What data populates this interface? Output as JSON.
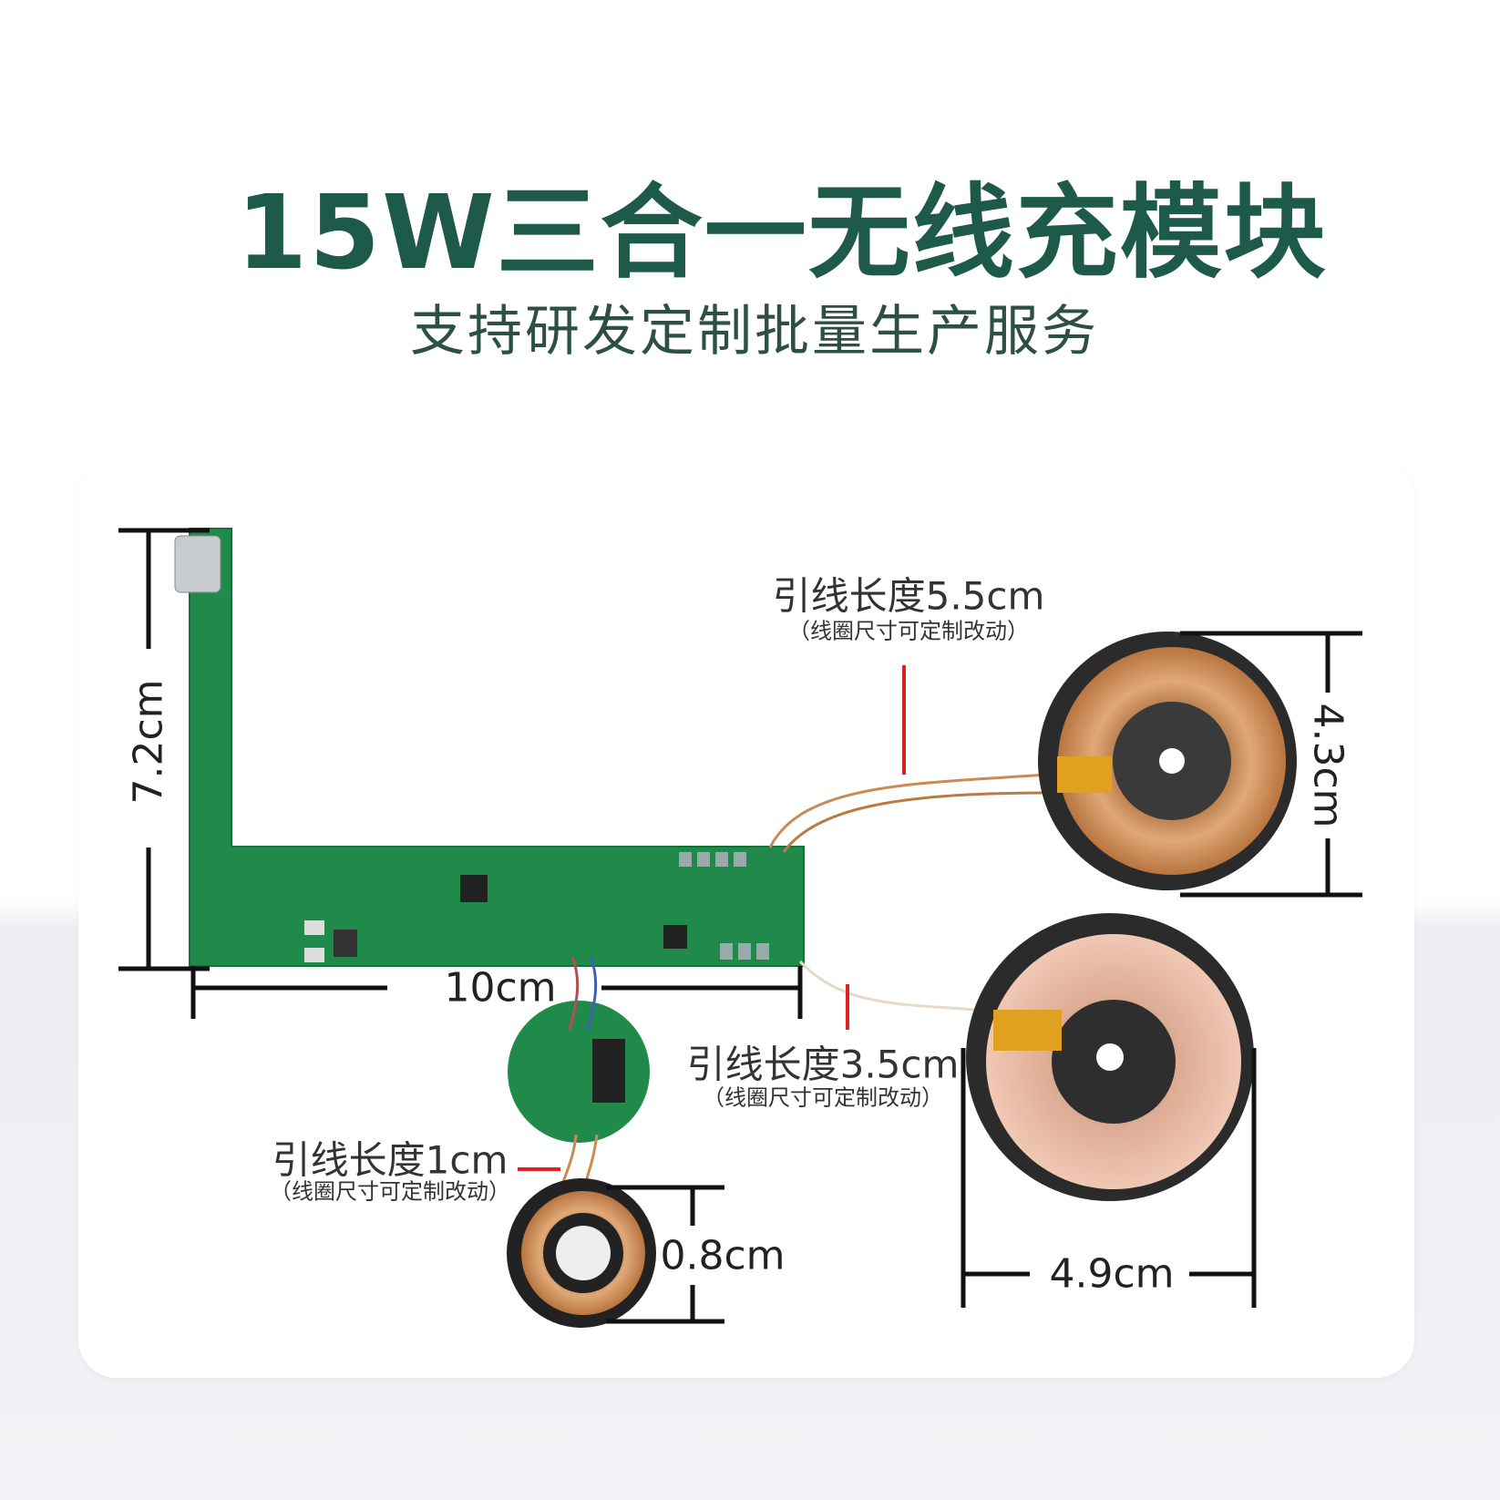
{
  "header": {
    "title": "15W三合一无线充模块",
    "subtitle": "支持研发定制批量生产服务"
  },
  "dimensions": {
    "pcb_height": "7.2cm",
    "pcb_width": "10cm",
    "top_coil_diameter": "4.3cm",
    "large_coil_diameter": "4.9cm",
    "small_coil_diameter": "0.8cm"
  },
  "lead_labels": [
    {
      "length": "引线长度5.5cm",
      "note": "（线圈尺寸可定制改动）"
    },
    {
      "length": "引线长度3.5cm",
      "note": "（线圈尺寸可定制改动）"
    },
    {
      "length": "引线长度1cm",
      "note": "（线圈尺寸可定制改动）"
    }
  ],
  "colors": {
    "title": "#1d5a4a",
    "pcb": "#1f8a4a",
    "copper": "#c98a55",
    "leader": "#e02020"
  }
}
